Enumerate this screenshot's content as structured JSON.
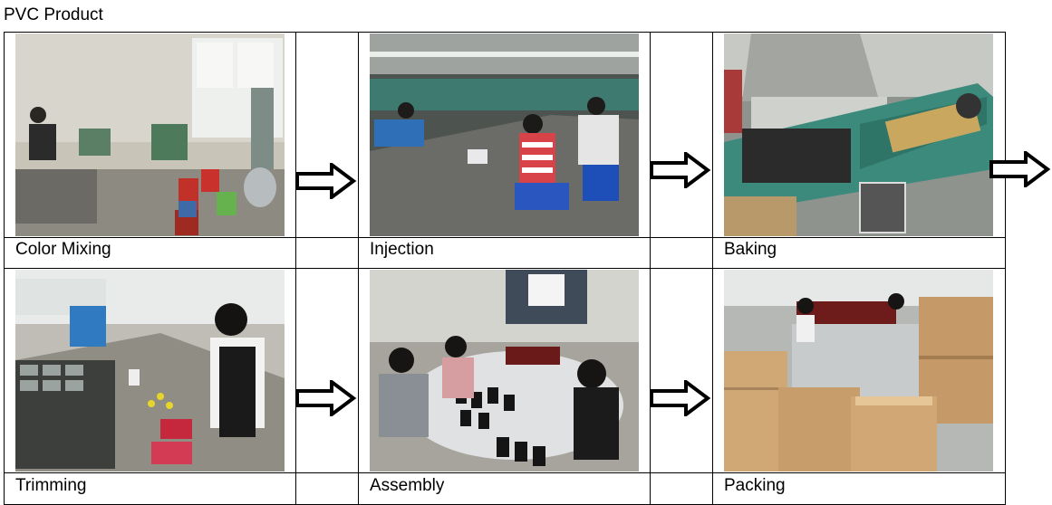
{
  "document": {
    "title": "PVC Product"
  },
  "steps": [
    {
      "label": "Color Mixing"
    },
    {
      "label": "Injection"
    },
    {
      "label": "Baking"
    },
    {
      "label": "Trimming"
    },
    {
      "label": "Assembly"
    },
    {
      "label": "Packing"
    }
  ],
  "arrows": [
    {
      "icon": "right-arrow-icon"
    }
  ]
}
